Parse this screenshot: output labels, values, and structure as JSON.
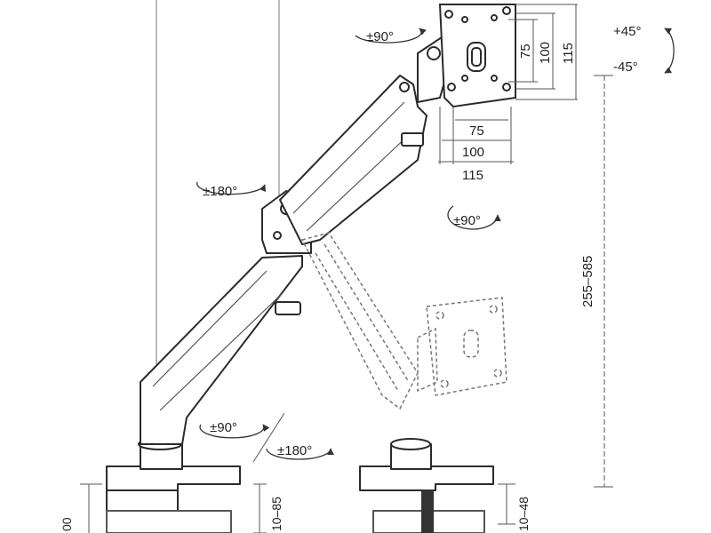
{
  "labels": {
    "rot_head": "±90°",
    "tilt_up": "+45°",
    "tilt_down": "-45°",
    "rot_upper_arm": "±180°",
    "rot_monitor": "±90°",
    "rot_base_arm": "±90°",
    "rot_base": "±180°",
    "height_range": "255–585",
    "vesa_75": "75",
    "vesa_100": "100",
    "vesa_115": "115",
    "clamp_thickness": "10–85",
    "grommet_thickness": "10–48",
    "left_edge_value": "00"
  },
  "colors": {
    "line": "#2b2b2b",
    "dim": "#555555",
    "dashed": "#777777"
  }
}
